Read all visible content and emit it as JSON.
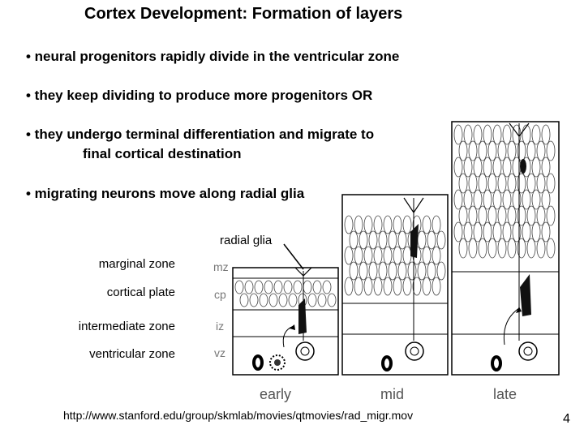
{
  "title": "Cortex Development: Formation of layers",
  "bullets": [
    "• neural progenitors rapidly divide in the ventricular zone",
    "• they keep dividing to produce more progenitors OR",
    "• they undergo terminal differentiation and migrate to",
    "final cortical destination",
    "• migrating neurons move along radial glia"
  ],
  "labels": {
    "radial_glia": "radial glia",
    "zones": [
      "marginal zone",
      "cortical plate",
      "intermediate zone",
      "ventricular zone"
    ],
    "zone_abbrev": [
      "mz",
      "cp",
      "iz",
      "vz"
    ],
    "stages": [
      "early",
      "mid",
      "late"
    ]
  },
  "url": "http://www.stanford.edu/group/skmlab/movies/qtmovies/rad_migr.mov",
  "page_number": "4"
}
